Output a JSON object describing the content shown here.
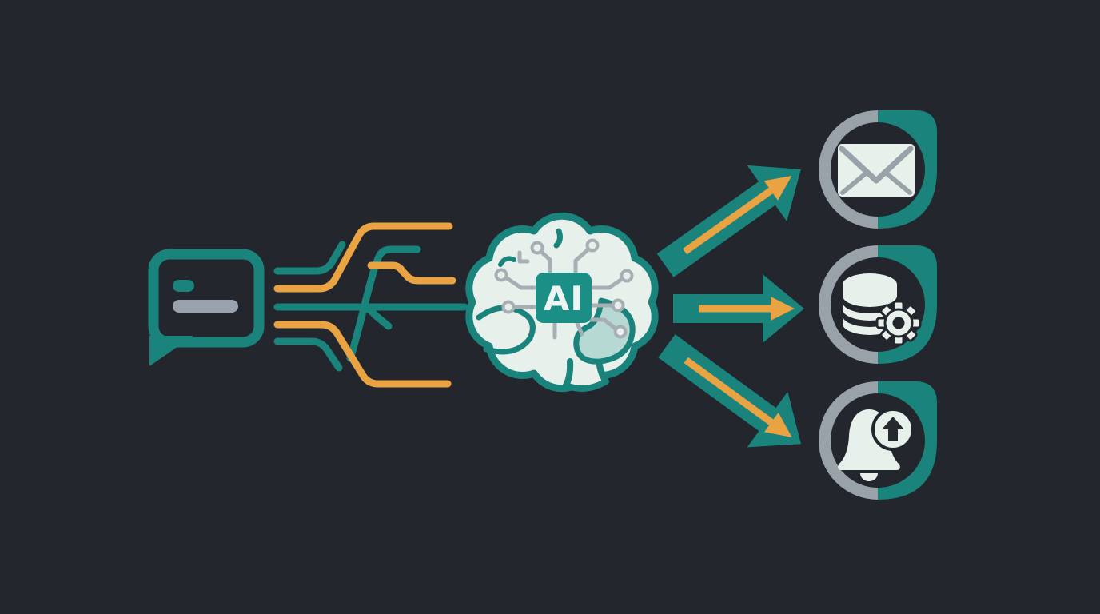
{
  "scene": {
    "description": "Illustration of an AI pipeline: a chat message flows through tangled data streams into an AI brain chip, which outputs to email, database automation and push notifications",
    "background_color": "#23262c"
  },
  "ai_chip": {
    "label": "AI"
  },
  "palette": {
    "teal": "#19837c",
    "chip_teal": "#1b8e86",
    "orange": "#e9a343",
    "cream": "#e8f0ec",
    "light_teal": "#b7d9d4",
    "gray": "#9aa2a9",
    "trace_gray": "#a8afb4",
    "dark": "#23262c",
    "chip_text": "#edf4f2"
  },
  "flow": {
    "input": "chat-message",
    "streams": [
      "teal-stream",
      "orange-stream",
      "teal-stream",
      "orange-stream",
      "teal-stream"
    ],
    "processor": "ai-brain-chip",
    "outputs": [
      {
        "name": "email",
        "icon": "envelope-icon"
      },
      {
        "name": "database-automation",
        "icon": "database-gear-icon"
      },
      {
        "name": "notification-upload",
        "icon": "bell-upload-icon"
      }
    ]
  }
}
